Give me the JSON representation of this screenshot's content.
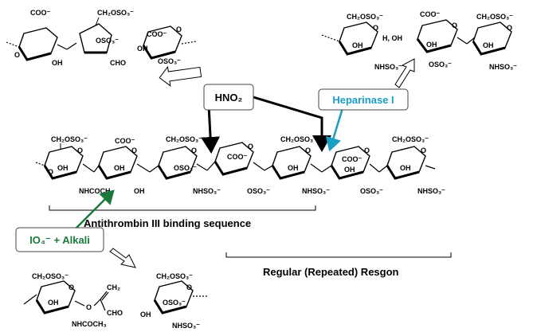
{
  "reagents": {
    "hno2": "HNO₂",
    "heparinase": "Heparinase I",
    "periodate": "IO₄⁻ + Alkali"
  },
  "annotations": {
    "antithrombin": "Antithrombin III binding sequence",
    "regular_region": "Regular (Repeated) Resgon"
  },
  "group_labels": {
    "coo": "COO⁻",
    "ch2oso3": "CH₂OSO₃⁻",
    "oso3": "OSO₃⁻",
    "nhso3": "NHSO₃⁻",
    "nhcoch3": "NHCOCH₃",
    "oh": "OH",
    "o": "O",
    "cho": "CHO",
    "ch2": "CH₂",
    "h_oh": "H, OH"
  },
  "colors": {
    "heparinase": "#1a9ec4",
    "periodate": "#1a7a3c",
    "arrow": "#000000"
  }
}
